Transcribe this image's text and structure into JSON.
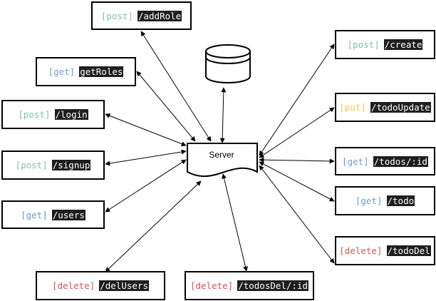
{
  "colors": {
    "post": "#7fbfb0",
    "get": "#6c9bd2",
    "put": "#f2c94c",
    "delete": "#d9534f"
  },
  "server": {
    "label": "Server"
  },
  "database": {
    "icon": "database-icon"
  },
  "endpoints": [
    {
      "id": "addRole",
      "method": "[post]",
      "path": "/addRole",
      "color": "post"
    },
    {
      "id": "getRoles",
      "method": "[get]",
      "path": "getRoles",
      "color": "get"
    },
    {
      "id": "login",
      "method": "[post]",
      "path": "/login",
      "color": "post"
    },
    {
      "id": "signup",
      "method": "[post]",
      "path": "/signup",
      "color": "post"
    },
    {
      "id": "users",
      "method": "[get]",
      "path": "/users",
      "color": "get"
    },
    {
      "id": "delUsers",
      "method": "[delete]",
      "path": "/delUsers",
      "color": "delete"
    },
    {
      "id": "todosDel",
      "method": "[delete]",
      "path": "/todosDel/:id",
      "color": "delete"
    },
    {
      "id": "create",
      "method": "[post]",
      "path": "/create",
      "color": "post"
    },
    {
      "id": "todoUpdate",
      "method": "[put]",
      "path": "/todoUpdate",
      "color": "put"
    },
    {
      "id": "todosId",
      "method": "[get]",
      "path": "/todos/:id",
      "color": "get"
    },
    {
      "id": "todo",
      "method": "[get]",
      "path": "/todo",
      "color": "get"
    },
    {
      "id": "todoDel",
      "method": "[delete]",
      "path": "/todoDel",
      "color": "delete"
    }
  ]
}
